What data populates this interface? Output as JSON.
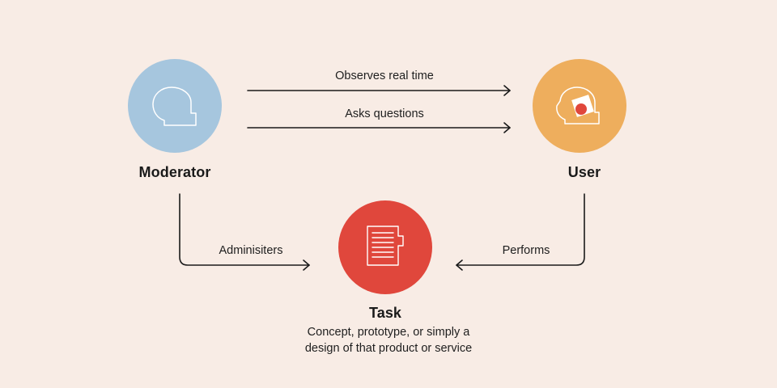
{
  "colors": {
    "background": "#f8ece5",
    "moderator": "#a6c6de",
    "user": "#eeae5d",
    "task": "#e0473c",
    "accent_dot": "#e0473c",
    "line": "#1a1a1a",
    "icon_stroke": "#ffffff"
  },
  "nodes": {
    "moderator": {
      "label": "Moderator",
      "icon": "head-profile-icon"
    },
    "user": {
      "label": "User",
      "icon": "head-with-screen-icon"
    },
    "task": {
      "label": "Task",
      "icon": "document-icon",
      "description_line1": "Concept, prototype, or simply a",
      "description_line2": "design of that product or service"
    }
  },
  "edges": {
    "observes": {
      "label": "Observes real time"
    },
    "asks": {
      "label": "Asks questions"
    },
    "administers": {
      "label": "Adminisiters"
    },
    "performs": {
      "label": "Performs"
    }
  }
}
